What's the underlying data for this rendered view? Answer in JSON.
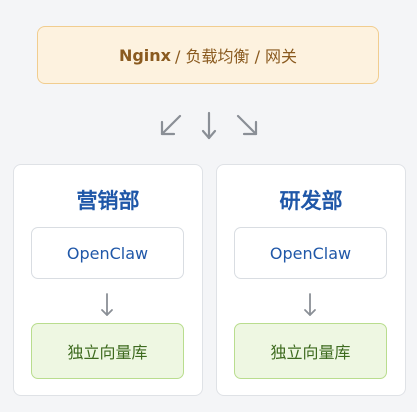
{
  "gateway": {
    "name": "Nginx",
    "rest": "/ 负载均衡 / 网关"
  },
  "departments": [
    {
      "title": "营销部",
      "agent": "OpenClaw",
      "store": "独立向量库"
    },
    {
      "title": "研发部",
      "agent": "OpenClaw",
      "store": "独立向量库"
    }
  ],
  "colors": {
    "gateway_bg": "#fdf2df",
    "gateway_border": "#f1cd8f",
    "title": "#1f57a8",
    "store_bg": "#eef7e2",
    "store_border": "#b9dd8e",
    "arrow": "#8a8f96"
  }
}
